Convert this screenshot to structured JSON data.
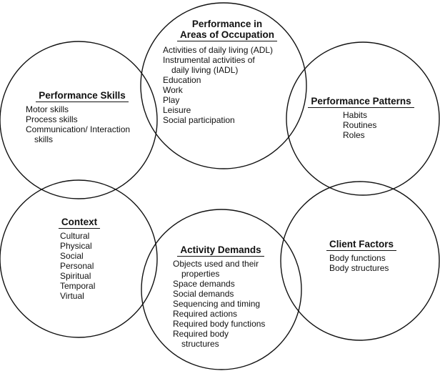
{
  "diagram": {
    "background_color": "#ffffff",
    "stroke_color": "#111111",
    "text_color": "#111111",
    "circles": [
      {
        "id": "performance-skills",
        "title": [
          "Performance Skills"
        ],
        "items": [
          "Motor skills",
          "Process skills",
          "Communication/ Interaction",
          "skills"
        ]
      },
      {
        "id": "performance-in-areas-of-occupation",
        "title": [
          "Performance in",
          "Areas of Occupation"
        ],
        "items": [
          "Activities of daily living (ADL)",
          "Instrumental activities of",
          "daily living (IADL)",
          "Education",
          "Work",
          "Play",
          "Leisure",
          "Social participation"
        ]
      },
      {
        "id": "performance-patterns",
        "title": [
          "Performance Patterns"
        ],
        "items": [
          "Habits",
          "Routines",
          "Roles"
        ]
      },
      {
        "id": "context",
        "title": [
          "Context"
        ],
        "items": [
          "Cultural",
          "Physical",
          "Social",
          "Personal",
          "Spiritual",
          "Temporal",
          "Virtual"
        ]
      },
      {
        "id": "activity-demands",
        "title": [
          "Activity Demands"
        ],
        "items": [
          "Objects used and their",
          "properties",
          "Space demands",
          "Social demands",
          "Sequencing and timing",
          "Required actions",
          "Required body functions",
          "Required body",
          "structures"
        ]
      },
      {
        "id": "client-factors",
        "title": [
          "Client Factors"
        ],
        "items": [
          "Body functions",
          "Body structures"
        ]
      }
    ]
  }
}
